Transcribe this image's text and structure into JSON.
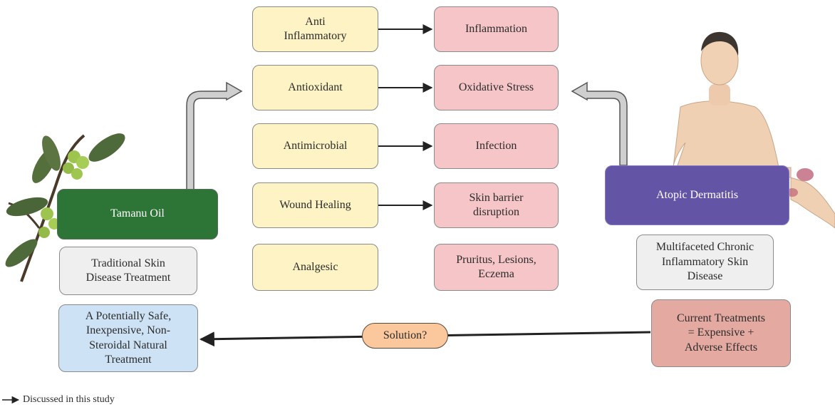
{
  "effects": [
    {
      "property": "Anti\nInflammatory",
      "target": "Inflammation"
    },
    {
      "property": "Antioxidant",
      "target": "Oxidative Stress"
    },
    {
      "property": "Antimicrobial",
      "target": "Infection"
    },
    {
      "property": "Wound Healing",
      "target": "Skin barrier\ndisruption"
    },
    {
      "property": "Analgesic",
      "target": "Pruritus, Lesions,\nEczema"
    }
  ],
  "left": {
    "oil_label": "Tamanu Oil",
    "tradition_label": "Traditional Skin\nDisease Treatment",
    "outcome_label": "A Potentially Safe,\nInexpensive, Non-\nSteroidal Natural\nTreatment"
  },
  "right": {
    "disease_label": "Atopic Dermatitis",
    "description_label": "Multifaceted Chronic\nInflammatory Skin\nDisease",
    "current_label": "Current Treatments\n= Expensive +\nAdverse Effects"
  },
  "solution_label": "Solution?",
  "legend_label": "Discussed in this study",
  "colors": {
    "property_fill": "#fdf3c4",
    "target_fill": "#f6c5c8",
    "oil_fill": "#2c7536",
    "disease_fill": "#6454a6",
    "solution_fill": "#fbc79d",
    "outcome_fill": "#cde2f4",
    "current_fill": "#e4aaa2"
  },
  "illustrations": [
    "plant-branch-icon",
    "human-figure-icon"
  ]
}
